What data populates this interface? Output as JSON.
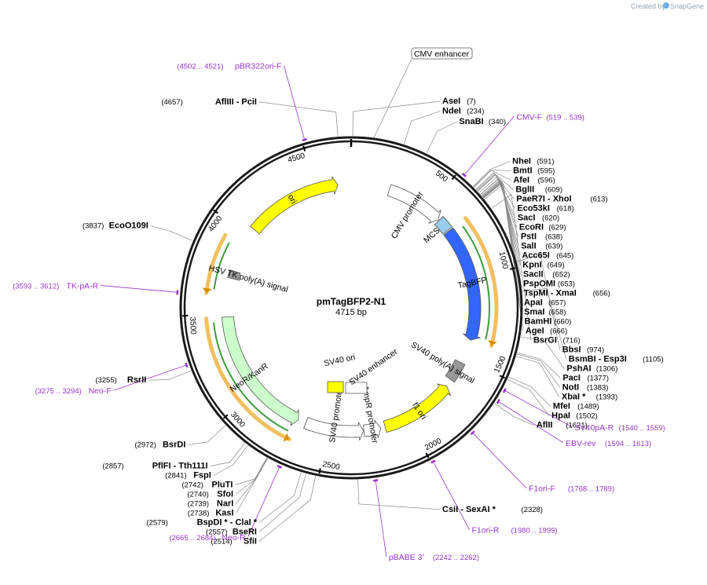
{
  "credit": {
    "created_by": "Created by",
    "brand": "SnapGene"
  },
  "plasmid": {
    "name": "pmTagBFP2-N1",
    "length_label": "4715 bp",
    "length": 4715
  },
  "colors": {
    "backbone": "#1a1a1a",
    "primer": "#9933cc",
    "site_line": "#888888",
    "ori": "#ffff00",
    "promoter": "#ffffff",
    "tagbfp": "#3366ff",
    "mcs": "#99ccee",
    "neo": "#ccffcc",
    "orf": "#f0c060",
    "orf_inner": "#3d9d3d",
    "polyA": "#999999",
    "sv40ori": "#ffff00"
  },
  "ticks": [
    {
      "pos": 500,
      "label": "500"
    },
    {
      "pos": 1000,
      "label": "1000"
    },
    {
      "pos": 1500,
      "label": "1500"
    },
    {
      "pos": 2000,
      "label": "2000"
    },
    {
      "pos": 2500,
      "label": "2500"
    },
    {
      "pos": 3000,
      "label": "3000"
    },
    {
      "pos": 3500,
      "label": "3500"
    },
    {
      "pos": 4000,
      "label": "4000"
    },
    {
      "pos": 4500,
      "label": "4500"
    }
  ],
  "features": [
    {
      "name": "CMV promoter",
      "start": 235,
      "end": 585,
      "type": "promoter",
      "dir": 1,
      "label": "CMV promoter"
    },
    {
      "name": "MCS",
      "start": 591,
      "end": 672,
      "type": "mcs",
      "dir": 0,
      "label": "MCS"
    },
    {
      "name": "TagBFP",
      "start": 679,
      "end": 1377,
      "type": "cds",
      "dir": 1,
      "label": "TagBFP"
    },
    {
      "name": "SV40 poly(A) signal",
      "start": 1526,
      "end": 1647,
      "type": "polyA",
      "dir": 0,
      "label": "SV40 poly(A) signal"
    },
    {
      "name": "f1 ori",
      "start": 1694,
      "end": 2149,
      "type": "ori",
      "dir": -1,
      "label": "f1 ori"
    },
    {
      "name": "AmpR promoter",
      "start": 2176,
      "end": 2280,
      "type": "promoter",
      "dir": -1,
      "label": "AmpR promoter"
    },
    {
      "name": "SV40 promoter",
      "start": 2282,
      "end": 2639,
      "type": "promoter",
      "dir": -1,
      "label": "SV40 promoter"
    },
    {
      "name": "NeoR/KanR",
      "start": 2687,
      "end": 3481,
      "type": "neo",
      "dir": -1,
      "label": "NeoR/KanR"
    },
    {
      "name": "HSV TK poly(A) signal",
      "start": 3717,
      "end": 3764,
      "type": "polyA",
      "dir": 0,
      "label": "HSV TK poly(A) signal"
    },
    {
      "name": "ori",
      "start": 4046,
      "end": 4634,
      "type": "ori",
      "dir": 1,
      "label": "ori"
    }
  ],
  "inner_features": [
    {
      "name": "SV40 ori",
      "label": "SV40 ori",
      "fill": "#ffff00"
    },
    {
      "name": "SV40 enhancer",
      "label": "SV40 enhancer",
      "fill": "#ffffff"
    }
  ],
  "orf_arcs": [
    {
      "start": 679,
      "end": 1377,
      "dir": 1
    },
    {
      "start": 2687,
      "end": 3481,
      "dir": -1
    },
    {
      "start": 3612,
      "end": 3930,
      "dir": -1
    }
  ],
  "sites": [
    {
      "name": "AseI",
      "pos": "(7)",
      "bp": 7
    },
    {
      "name": "NdeI",
      "pos": "(234)",
      "bp": 234
    },
    {
      "name": "SnaBI",
      "pos": "(340)",
      "bp": 340
    },
    {
      "name": "NheI",
      "pos": "(591)",
      "bp": 591
    },
    {
      "name": "BmtI",
      "pos": "(595)",
      "bp": 595
    },
    {
      "name": "AfeI",
      "pos": "(596)",
      "bp": 596
    },
    {
      "name": "BglII",
      "pos": "(609)",
      "bp": 609
    },
    {
      "name": "PaeR7I  - XhoI",
      "pos": "(613)",
      "bp": 613
    },
    {
      "name": "Eco53kI",
      "pos": "(618)",
      "bp": 618
    },
    {
      "name": "SacI",
      "pos": "(620)",
      "bp": 620
    },
    {
      "name": "EcoRI",
      "pos": "(629)",
      "bp": 629
    },
    {
      "name": "PstI",
      "pos": "(638)",
      "bp": 638
    },
    {
      "name": "SalI",
      "pos": "(639)",
      "bp": 639
    },
    {
      "name": "Acc65I",
      "pos": "(645)",
      "bp": 645
    },
    {
      "name": "KpnI",
      "pos": "(649)",
      "bp": 649
    },
    {
      "name": "SacII",
      "pos": "(652)",
      "bp": 652
    },
    {
      "name": "PspOMI",
      "pos": "(653)",
      "bp": 653
    },
    {
      "name": "TspMI  - XmaI",
      "pos": "(656)",
      "bp": 656
    },
    {
      "name": "ApaI",
      "pos": "(657)",
      "bp": 657
    },
    {
      "name": "SmaI",
      "pos": "(658)",
      "bp": 658
    },
    {
      "name": "BamHI",
      "pos": "(660)",
      "bp": 660
    },
    {
      "name": "AgeI",
      "pos": "(666)",
      "bp": 666
    },
    {
      "name": "BsrGI",
      "pos": "(716)",
      "bp": 716
    },
    {
      "name": "BbsI",
      "pos": "(974)",
      "bp": 974
    },
    {
      "name": "BsmBI  - Esp3I",
      "pos": "(1105)",
      "bp": 1105
    },
    {
      "name": "PshAI",
      "pos": "(1306)",
      "bp": 1306
    },
    {
      "name": "PacI",
      "pos": "(1377)",
      "bp": 1377
    },
    {
      "name": "NotI",
      "pos": "(1383)",
      "bp": 1383
    },
    {
      "name": "XbaI *",
      "pos": "(1393)",
      "bp": 1393
    },
    {
      "name": "MfeI",
      "pos": "(1489)",
      "bp": 1489
    },
    {
      "name": "HpaI",
      "pos": "(1502)",
      "bp": 1502
    },
    {
      "name": "AflII",
      "pos": "(1621)",
      "bp": 1621
    },
    {
      "name": "CsiI  - SexAI *",
      "pos": "(2328)",
      "bp": 2328
    },
    {
      "name": "SfiI",
      "pos": "(2514)",
      "bp": 2514
    },
    {
      "name": "BseRI",
      "pos": "(2557)",
      "bp": 2557
    },
    {
      "name": "BspDI *  - ClaI *",
      "pos": "(2579)",
      "bp": 2579
    },
    {
      "name": "KasI",
      "pos": "(2738)",
      "bp": 2738
    },
    {
      "name": "NarI",
      "pos": "(2739)",
      "bp": 2739
    },
    {
      "name": "SfoI",
      "pos": "(2740)",
      "bp": 2740
    },
    {
      "name": "PluTI",
      "pos": "(2742)",
      "bp": 2742
    },
    {
      "name": "FspI",
      "pos": "(2841)",
      "bp": 2841
    },
    {
      "name": "PflFI  - Tth111I",
      "pos": "(2857)",
      "bp": 2857
    },
    {
      "name": "BsrDI",
      "pos": "(2972)",
      "bp": 2972
    },
    {
      "name": "RsrII",
      "pos": "(3255)",
      "bp": 3255
    },
    {
      "name": "EcoO109I",
      "pos": "(3837)",
      "bp": 3837
    },
    {
      "name": "AflIII  - PciI",
      "pos": "(4657)",
      "bp": 4657
    }
  ],
  "primers": [
    {
      "name": "CMV-F",
      "pos": "(519 .. 539)",
      "bp": 529
    },
    {
      "name": "SV40pA-R",
      "pos": "(1540 .. 1559)",
      "bp": 1550
    },
    {
      "name": "EBV-rev",
      "pos": "(1594 .. 1613)",
      "bp": 1604
    },
    {
      "name": "F1ori-F",
      "pos": "(1768 .. 1789)",
      "bp": 1779
    },
    {
      "name": "F1ori-R",
      "pos": "(1980 .. 1999)",
      "bp": 1990
    },
    {
      "name": "pBABE 3'",
      "pos": "(2242 .. 2262)",
      "bp": 2252
    },
    {
      "name": "Neo-R",
      "pos": "(2665 .. 2684)",
      "bp": 2675
    },
    {
      "name": "Neo-F",
      "pos": "(3275 .. 3294)",
      "bp": 3285
    },
    {
      "name": "TK-pA-R",
      "pos": "(3593 .. 3612)",
      "bp": 3603
    },
    {
      "name": "pBR322ori-F",
      "pos": "(4502 .. 4521)",
      "bp": 4512
    }
  ],
  "boxed_features": [
    {
      "name": "CMV enhancer",
      "bp": 100
    }
  ]
}
